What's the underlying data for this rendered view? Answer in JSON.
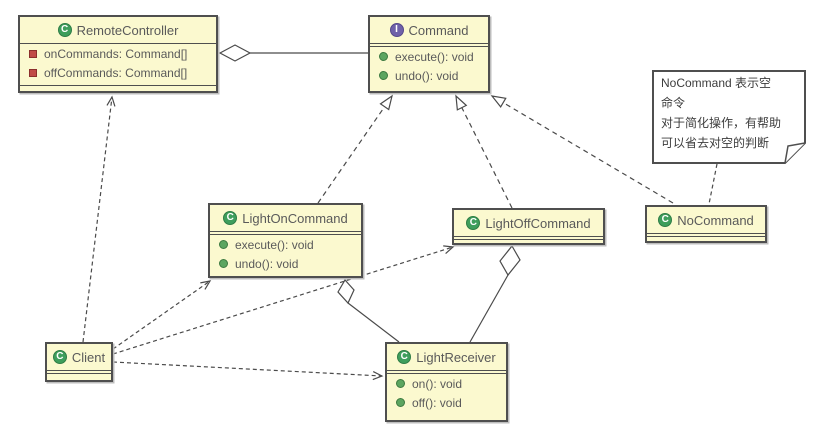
{
  "diagram": {
    "classes": [
      {
        "name": "RemoteController",
        "icon": "C",
        "kind": "class",
        "fields": [
          "onCommands: Command[]",
          "offCommands: Command[]"
        ],
        "methods": []
      },
      {
        "name": "Command",
        "icon": "I",
        "kind": "interface",
        "fields": [],
        "methods": [
          "execute(): void",
          "undo(): void"
        ]
      },
      {
        "name": "LightOnCommand",
        "icon": "C",
        "kind": "class",
        "fields": [],
        "methods": [
          "execute(): void",
          "undo(): void"
        ]
      },
      {
        "name": "LightOffCommand",
        "icon": "C",
        "kind": "class",
        "fields": [],
        "methods": []
      },
      {
        "name": "NoCommand",
        "icon": "C",
        "kind": "class",
        "fields": [],
        "methods": []
      },
      {
        "name": "Client",
        "icon": "C",
        "kind": "class",
        "fields": [],
        "methods": []
      },
      {
        "name": "LightReceiver",
        "icon": "C",
        "kind": "class",
        "fields": [],
        "methods": [
          "on(): void",
          "off(): void"
        ]
      }
    ],
    "note": {
      "lines": [
        "NoCommand 表示空",
        "命令",
        "对于简化操作，有帮助",
        "可以省去对空的判断"
      ]
    },
    "relations": [
      {
        "from": "RemoteController",
        "to": "Command",
        "type": "aggregation"
      },
      {
        "from": "LightOnCommand",
        "to": "Command",
        "type": "realization"
      },
      {
        "from": "LightOffCommand",
        "to": "Command",
        "type": "realization"
      },
      {
        "from": "NoCommand",
        "to": "Command",
        "type": "realization"
      },
      {
        "from": "Client",
        "to": "RemoteController",
        "type": "dependency"
      },
      {
        "from": "Client",
        "to": "LightOnCommand",
        "type": "dependency"
      },
      {
        "from": "Client",
        "to": "LightOffCommand",
        "type": "dependency"
      },
      {
        "from": "Client",
        "to": "LightReceiver",
        "type": "dependency"
      },
      {
        "from": "LightOnCommand",
        "to": "LightReceiver",
        "type": "aggregation"
      },
      {
        "from": "LightOffCommand",
        "to": "LightReceiver",
        "type": "aggregation"
      },
      {
        "from": "note",
        "to": "NoCommand",
        "type": "anchor"
      }
    ],
    "colors": {
      "box_fill": "#fbf9cf",
      "box_border": "#4f4f4f",
      "line": "#4a4a4a",
      "class_icon_green": "#3e9e5c",
      "interface_icon_purple": "#6f61a9",
      "field_icon_red": "#c14b47",
      "method_icon_green": "#5ca560",
      "note_fill": "#ffffff"
    }
  }
}
